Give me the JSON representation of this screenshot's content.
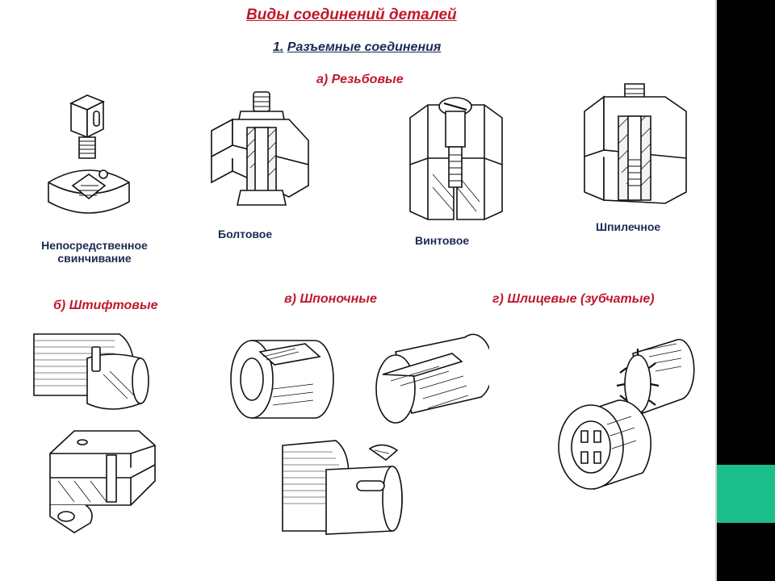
{
  "title": "Виды соединений деталей",
  "section1": {
    "number": "1.",
    "text": "Разъемные соединения"
  },
  "groups": {
    "threaded": "а) Резьбовые",
    "pin": "б) Штифтовые",
    "key": "в) Шпоночные",
    "spline": "г) Шлицевые (зубчатые)"
  },
  "threaded_items": {
    "direct": [
      "Непосредственное",
      "свинчивание"
    ],
    "bolt": "Болтовое",
    "screw": "Винтовое",
    "stud": "Шпилечное"
  },
  "colors": {
    "heading_red": "#c0182c",
    "label_navy": "#1b2a52",
    "accent_teal": "#1cbe8c",
    "side_bar": "#000000"
  }
}
